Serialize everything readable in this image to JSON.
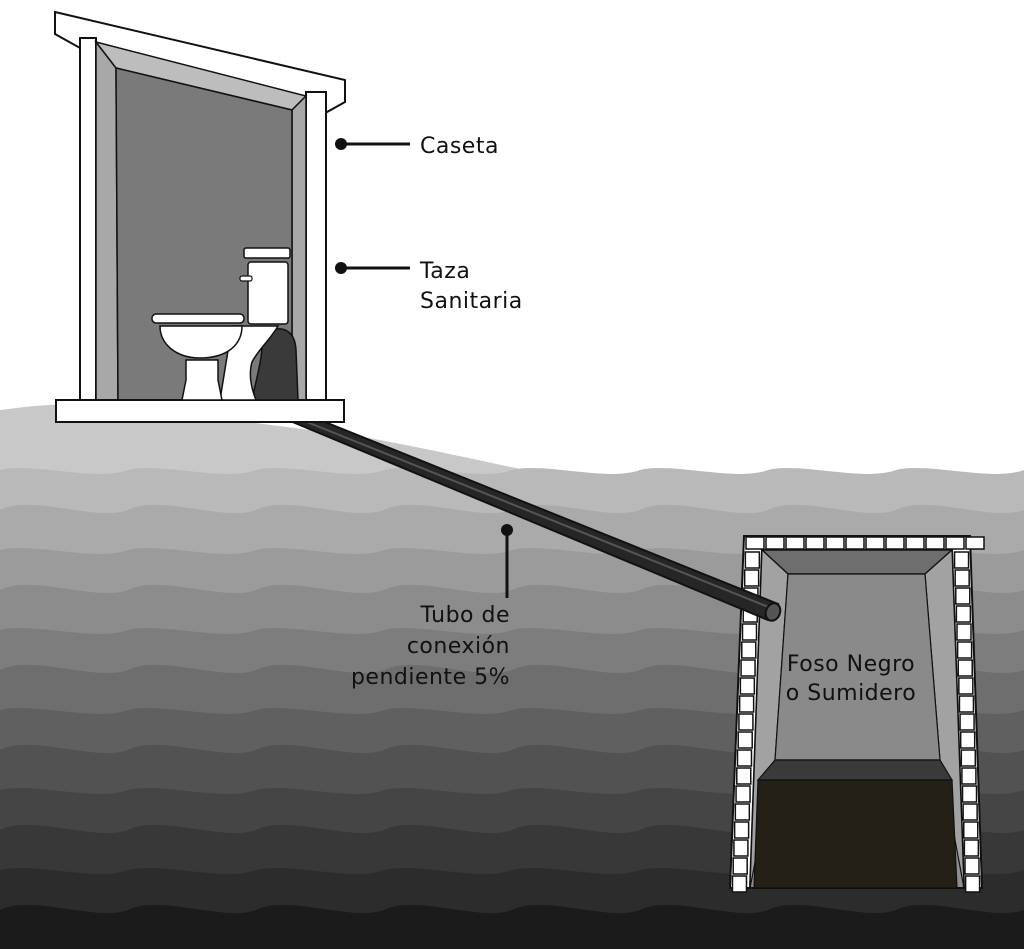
{
  "labels": {
    "booth": "Caseta",
    "toilet_line1": "Taza",
    "toilet_line2": "Sanitaria",
    "pipe_line1": "Tubo de",
    "pipe_line2": "conexión",
    "pipe_line3": "pendiente 5%",
    "pit_line1": "Foso Negro",
    "pit_line2": "o Sumidero"
  },
  "colors": {
    "background": "#ffffff",
    "outline": "#111111",
    "booth_interior": "#7a7a7a",
    "booth_frame": "#a8a8a8",
    "pipe": "#2a2a2a",
    "pit_liquid": "#242018",
    "soil_top": "#c8c8c8",
    "soil_bottom": "#1b1b1b"
  }
}
